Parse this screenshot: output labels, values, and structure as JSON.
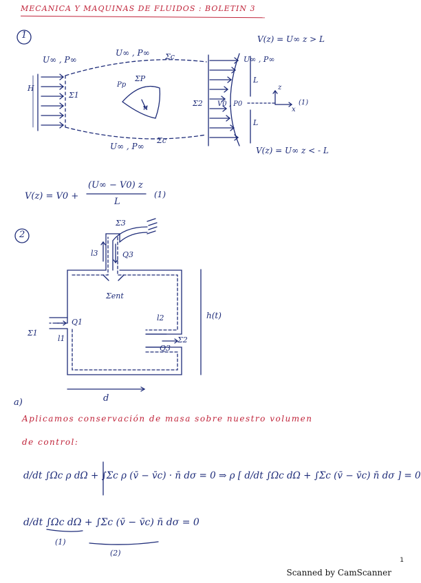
{
  "header": {
    "title": "MECANICA Y MAQUINAS DE FLUIDOS : BOLETIN 3"
  },
  "problem1": {
    "number": "1",
    "inlet_label": "U∞ , P∞",
    "top_label": "U∞ , P∞",
    "sigma_c_top": "Σc",
    "right_label": "U∞ , P∞",
    "sigma1": "Σ1",
    "sigma_p": "ΣP",
    "p_label": "Pp",
    "normal": "n",
    "sigma_c_bottom": "Σc",
    "bottom_label": "U∞ , P∞",
    "sigma2": "Σ2",
    "v0_label": "V0 , P0",
    "H": "H",
    "L_top": "L",
    "L_bot": "L",
    "z_axis": "z",
    "x_axis": "x",
    "eq_ref": "(1)",
    "cond_top": "V(z) = U∞     z > L",
    "cond_bottom": "V(z) = U∞     z < - L",
    "velocity_eq_left": "V(z) =  V0 +",
    "velocity_eq_num": "(U∞ − V0) z",
    "velocity_eq_den": "L",
    "velocity_eq_ref": "(1)"
  },
  "problem2": {
    "number": "2",
    "sigma3": "Σ3",
    "l3": "l3",
    "Q3_top": "Q3",
    "sigma_ent": "Σent",
    "h_label": "h(t)",
    "Q1": "Q1",
    "sigma1": "Σ1",
    "l1": "l1",
    "l2": "l2",
    "sigma2": "Σ2",
    "Q3_right": "Q3",
    "d": "d"
  },
  "part_a": {
    "label": "a)",
    "text_line1": "Aplicamos conservación de masa sobre nuestro volumen",
    "text_line2": "de control:",
    "eq1": "d/dt ∫Ωc ρ dΩ + ∫Σc ρ (v̄ − v̄c) · n̄ dσ = 0  ⇒  ρ [ d/dt ∫Ωc dΩ + ∫Σc (v̄ − v̄c) n̄ dσ ] = 0",
    "eq2": "d/dt ∫Ωc dΩ + ∫Σc (v̄ − v̄c) n̄ dσ = 0",
    "under1": "(1)",
    "under2": "(2)"
  },
  "footer": {
    "scanner": "Scanned by CamScanner",
    "page": "1"
  }
}
